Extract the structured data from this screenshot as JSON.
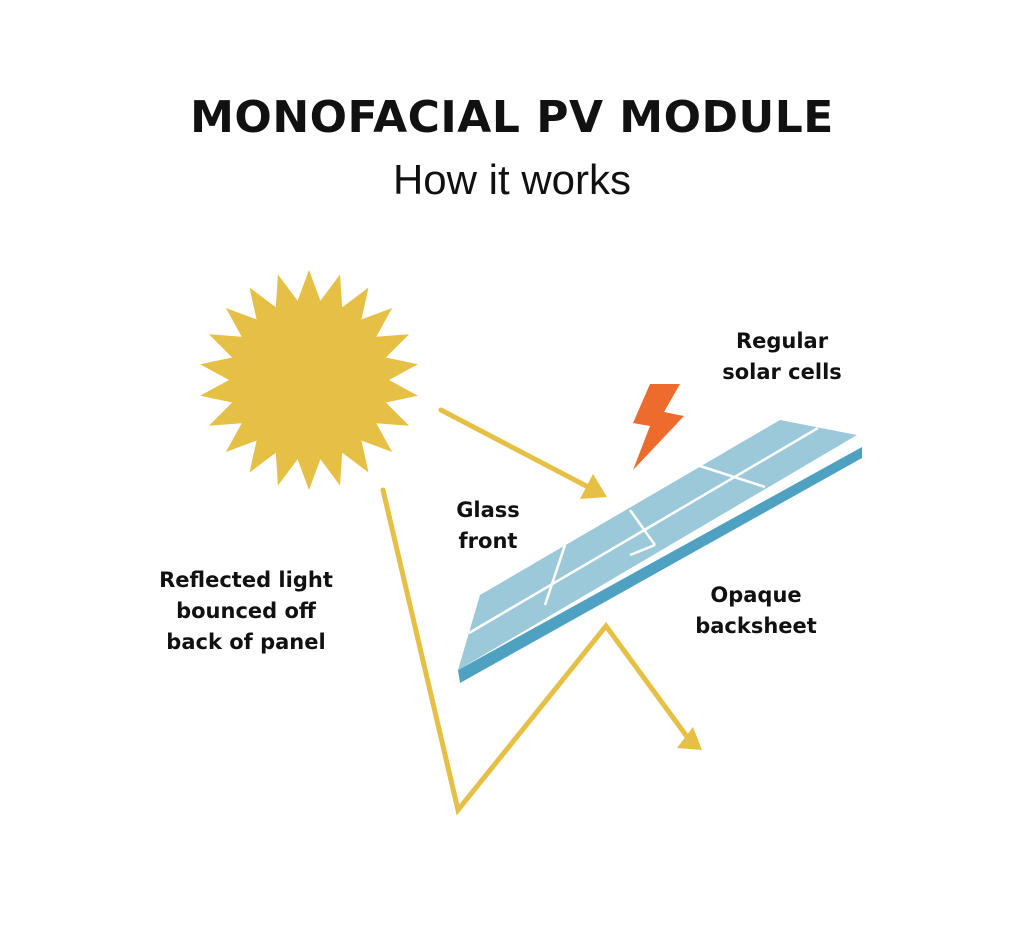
{
  "header": {
    "title": "MONOFACIAL PV MODULE",
    "subtitle": "How it works"
  },
  "labels": {
    "cells": [
      "Regular",
      "solar cells"
    ],
    "glass": [
      "Glass",
      "front"
    ],
    "reflected": [
      "Reflected light",
      "bounced off",
      "back of panel"
    ],
    "backsheet": [
      "Opaque",
      "backsheet"
    ]
  },
  "colors": {
    "sun": "#E6BF45",
    "ray": "#E6BF45",
    "panel_front": "#9CC9D9",
    "panel_edge": "#4FA1C2",
    "cell_lines": "#ffffff",
    "bolt": "#EC6B2D",
    "text": "#111111"
  },
  "icons": {
    "sun": "sun-icon",
    "bolt": "lightning-bolt-icon",
    "panel": "solar-panel-icon"
  }
}
